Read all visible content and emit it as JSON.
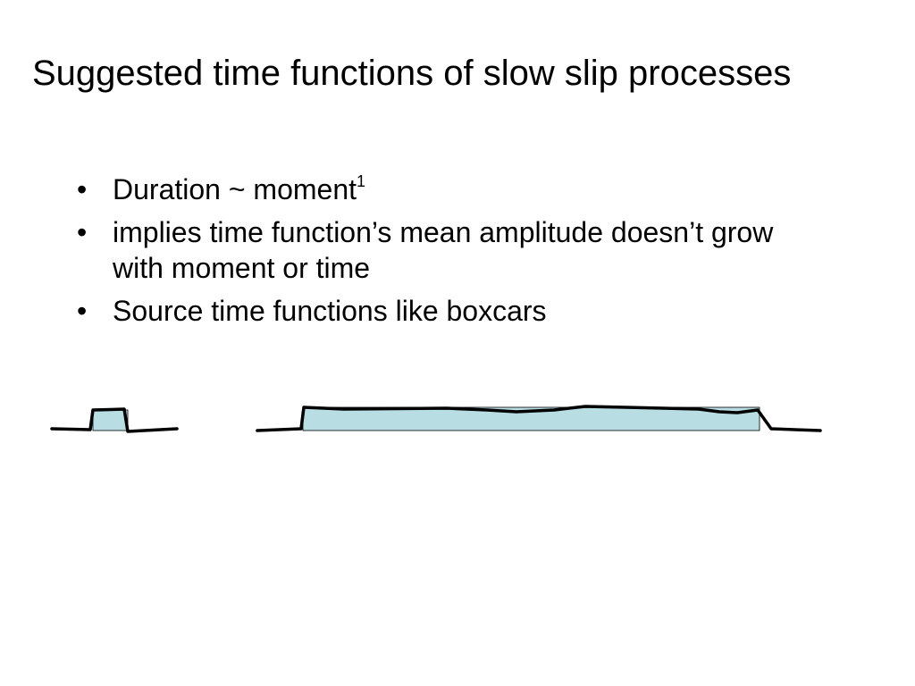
{
  "slide": {
    "title": "Suggested time functions of slow slip processes",
    "bullet_symbol": "•",
    "bullets": [
      {
        "text": "Duration ~ moment",
        "superscript": "1"
      },
      {
        "text": "implies time function’s mean amplitude doesn’t grow with moment or time",
        "superscript": ""
      },
      {
        "text": "Source time functions like boxcars",
        "superscript": ""
      }
    ]
  },
  "figure": {
    "box_fill_color": "#b8dde3",
    "line_color": "#000000"
  }
}
